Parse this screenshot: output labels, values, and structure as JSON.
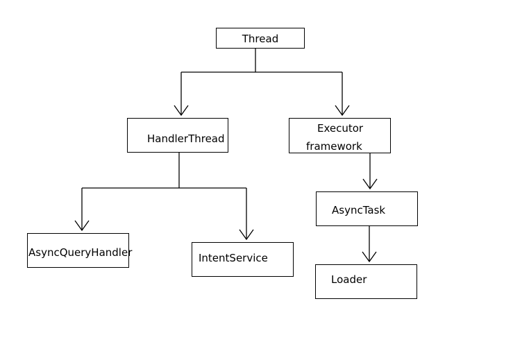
{
  "diagram": {
    "nodes": {
      "thread": "Thread",
      "handler_thread": "HandlerThread",
      "executor_line1": "Executor",
      "executor_line2": "framework",
      "async_task": "AsyncTask",
      "async_query_handler": "AsyncQueryHandler",
      "intent_service": "IntentService",
      "loader": "Loader"
    },
    "edges": [
      {
        "from": "Thread",
        "to": "HandlerThread"
      },
      {
        "from": "Thread",
        "to": "Executor framework"
      },
      {
        "from": "HandlerThread",
        "to": "AsyncQueryHandler"
      },
      {
        "from": "HandlerThread",
        "to": "IntentService"
      },
      {
        "from": "Executor framework",
        "to": "AsyncTask"
      },
      {
        "from": "AsyncTask",
        "to": "Loader"
      }
    ]
  }
}
